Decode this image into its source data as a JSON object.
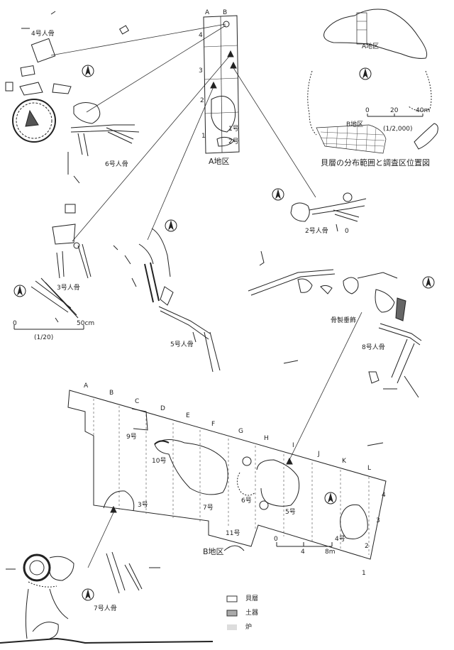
{
  "area_a": {
    "title": "A地区",
    "grid_cols": [
      "A",
      "B"
    ],
    "grid_rows": [
      "4",
      "3",
      "2",
      "1"
    ],
    "features": [
      "1号",
      "2号"
    ]
  },
  "location_map": {
    "area_a": "A地区",
    "area_b": "B地区",
    "scale_ticks": [
      "0",
      "20",
      "40m"
    ],
    "scale_ratio": "(1/2,000)",
    "caption": "貝層の分布範囲と調査区位置図"
  },
  "skeletons": {
    "no4": "4号人骨",
    "no6": "6号人骨",
    "no3": "3号人骨",
    "no5": "5号人骨",
    "no2": "2号人骨",
    "no8": "8号人骨",
    "no7": "7号人骨",
    "ornament": "骨製垂飾",
    "small_zero": "0"
  },
  "scale_small": {
    "ticks": [
      "0",
      "50cm"
    ],
    "ratio": "(1/20)"
  },
  "area_b": {
    "title": "B地区",
    "grid_cols": [
      "A",
      "B",
      "C",
      "D",
      "E",
      "F",
      "G",
      "H",
      "I",
      "J",
      "K",
      "L"
    ],
    "grid_rows": [
      "4",
      "3",
      "2",
      "1"
    ],
    "features": [
      "9号",
      "10号",
      "3号",
      "7号",
      "6号",
      "5号",
      "4号",
      "11号"
    ],
    "scale_ticks": [
      "0",
      "4",
      "8m"
    ]
  },
  "legend": {
    "shell": "貝層",
    "pottery": "土器",
    "hearth": "炉"
  }
}
